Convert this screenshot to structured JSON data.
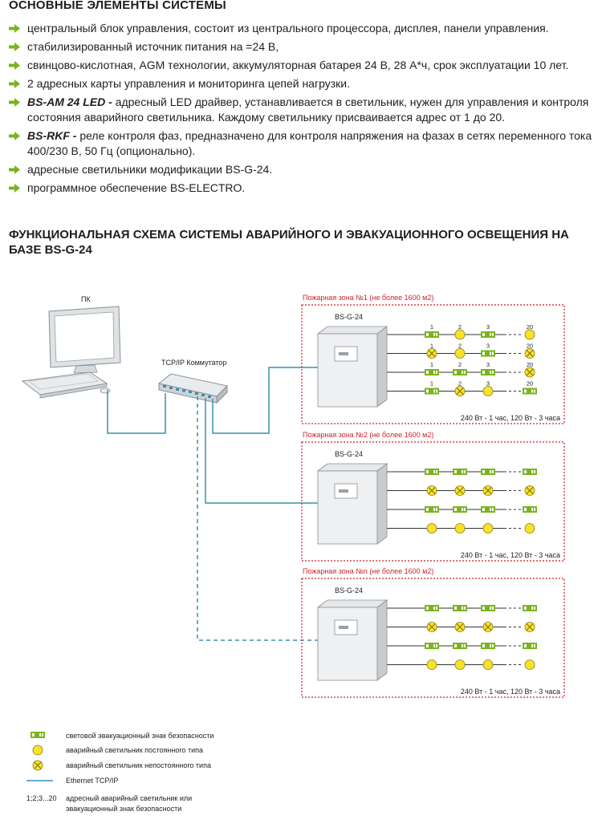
{
  "colors": {
    "accent_green": "#7ab41d",
    "zone_red": "#d21f2a",
    "ethernet_blue": "#3a8fb0",
    "lamp_yellow": "#f7e22a"
  },
  "section1": {
    "title": "ОСНОВНЫЕ ЭЛЕМЕНТЫ СИСТЕМЫ",
    "items": [
      {
        "bold": "",
        "text": "центральный блок управления, состоит из  центрального процессора, дисплея, панели управления."
      },
      {
        "bold": "",
        "text": "стабилизированный источник питания на =24 В,"
      },
      {
        "bold": "",
        "text": "свинцово-кислотная, AGM технологии, аккумуляторная батарея 24 В, 28 А*ч, срок эксплуатации 10 лет."
      },
      {
        "bold": "",
        "text": "2 адресных карты управления и мониторинга цепей нагрузки."
      },
      {
        "bold": "BS-AM 24 LED - ",
        "text": "адресный LED драйвер, устанавливается в светильник, нужен для управления и контроля состояния аварийного светильника. Каждому светильнику присваивается адрес от 1 до 20."
      },
      {
        "bold": "BS-RKF - ",
        "text": "реле контроля фаз, предназначено для контроля напряжения на фазах в сетях переменного тока 400/230 В, 50 Гц (опционально)."
      },
      {
        "bold": "",
        "text": "адресные светильники модификации BS-G-24."
      },
      {
        "bold": "",
        "text": "программное обеспечение BS-ELECTRO."
      }
    ]
  },
  "section2": {
    "title": "ФУНКЦИОНАЛЬНАЯ СХЕМА СИСТЕМЫ АВАРИЙНОГО И ЭВАКУАЦИОННОГО ОСВЕЩЕНИЯ НА БАЗЕ BS-G-24"
  },
  "diagram": {
    "pc_label": "ПК",
    "switch_label": "TCP/IP Коммутатор",
    "zones": [
      {
        "title": "Пожарная зона №1 (не более 1600 м2)",
        "device": "BS-G-24",
        "caption": "240 Вт - 1 час, 120 Вт - 3 часа",
        "numbered": true,
        "rows": [
          [
            "sign",
            "lamp",
            "sign",
            "lamp"
          ],
          [
            "cross",
            "lamp",
            "sign",
            "cross"
          ],
          [
            "sign",
            "sign",
            "sign",
            "cross"
          ],
          [
            "sign",
            "cross",
            "lamp",
            "sign"
          ]
        ]
      },
      {
        "title": "Пожарная зона №2 (не более 1600 м2)",
        "device": "BS-G-24",
        "caption": "240 Вт - 1 час, 120 Вт - 3 часа",
        "numbered": false,
        "rows": [
          [
            "sign",
            "sign",
            "sign",
            "sign"
          ],
          [
            "cross",
            "cross",
            "cross",
            "cross"
          ],
          [
            "sign",
            "sign",
            "sign",
            "sign"
          ],
          [
            "lamp",
            "lamp",
            "lamp",
            "lamp"
          ]
        ]
      },
      {
        "title": "Пожарная зона №n (не более 1600 м2)",
        "device": "BS-G-24",
        "caption": "240 Вт - 1 час, 120 Вт - 3 часа",
        "numbered": false,
        "rows": [
          [
            "sign",
            "sign",
            "sign",
            "sign"
          ],
          [
            "cross",
            "cross",
            "cross",
            "cross"
          ],
          [
            "sign",
            "sign",
            "sign",
            "sign"
          ],
          [
            "lamp",
            "lamp",
            "lamp",
            "lamp"
          ]
        ]
      }
    ],
    "addresses": [
      "1",
      "2",
      "3",
      "20"
    ]
  },
  "legend": [
    {
      "icon": "sign",
      "text": "световой эвакуационный знак безопасности"
    },
    {
      "icon": "lamp",
      "text": "аварийный светильник постоянного типа"
    },
    {
      "icon": "cross",
      "text": "аварийный светильник непостоянного типа"
    },
    {
      "icon": "line",
      "text": "Ethernet TCP/IP"
    },
    {
      "icon": "numbers",
      "label": "1;2;3...20",
      "text": "адресный аварийный светильник или эвакуационный знак безопасности"
    }
  ]
}
